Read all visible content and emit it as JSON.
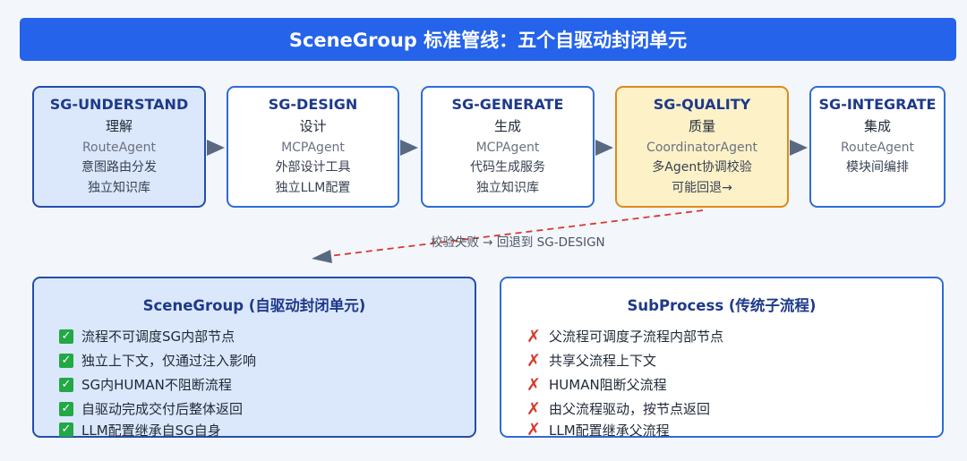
{
  "title": "SceneGroup 标准管线：五个自驱动封闭单元",
  "stages": [
    {
      "name": "SG-UNDERSTAND",
      "label": "理解",
      "agent": "RouteAgent",
      "line1": "意图路由分发",
      "line2": "独立知识库"
    },
    {
      "name": "SG-DESIGN",
      "label": "设计",
      "agent": "MCPAgent",
      "line1": "外部设计工具",
      "line2": "独立LLM配置"
    },
    {
      "name": "SG-GENERATE",
      "label": "生成",
      "agent": "MCPAgent",
      "line1": "代码生成服务",
      "line2": "独立知识库"
    },
    {
      "name": "SG-QUALITY",
      "label": "质量",
      "agent": "CoordinatorAgent",
      "line1": "多Agent协调校验",
      "line2": "可能回退→"
    },
    {
      "name": "SG-INTEGRATE",
      "label": "集成",
      "agent": "RouteAgent",
      "line1": "模块间编排",
      "line2": ""
    }
  ],
  "fail_label": "校验失败 → 回退到 SG-DESIGN",
  "panels": {
    "left": {
      "title": "SceneGroup (自驱动封闭单元)",
      "items": [
        "流程不可调度SG内部节点",
        "独立上下文，仅通过注入影响",
        "SG内HUMAN不阻断流程",
        "自驱动完成交付后整体返回",
        "LLM配置继承自SG自身"
      ]
    },
    "right": {
      "title": "SubProcess (传统子流程)",
      "items": [
        "父流程可调度子流程内部节点",
        "共享父流程上下文",
        "HUMAN阻断父流程",
        "由父流程驱动，按节点返回",
        "LLM配置继承父流程"
      ]
    }
  },
  "icons": {
    "check": "check-icon",
    "cross": "cross-icon"
  },
  "colors": {
    "accent": "#2563eb",
    "highlight": "#dd8a1a",
    "fail_line": "#d63a2e"
  }
}
